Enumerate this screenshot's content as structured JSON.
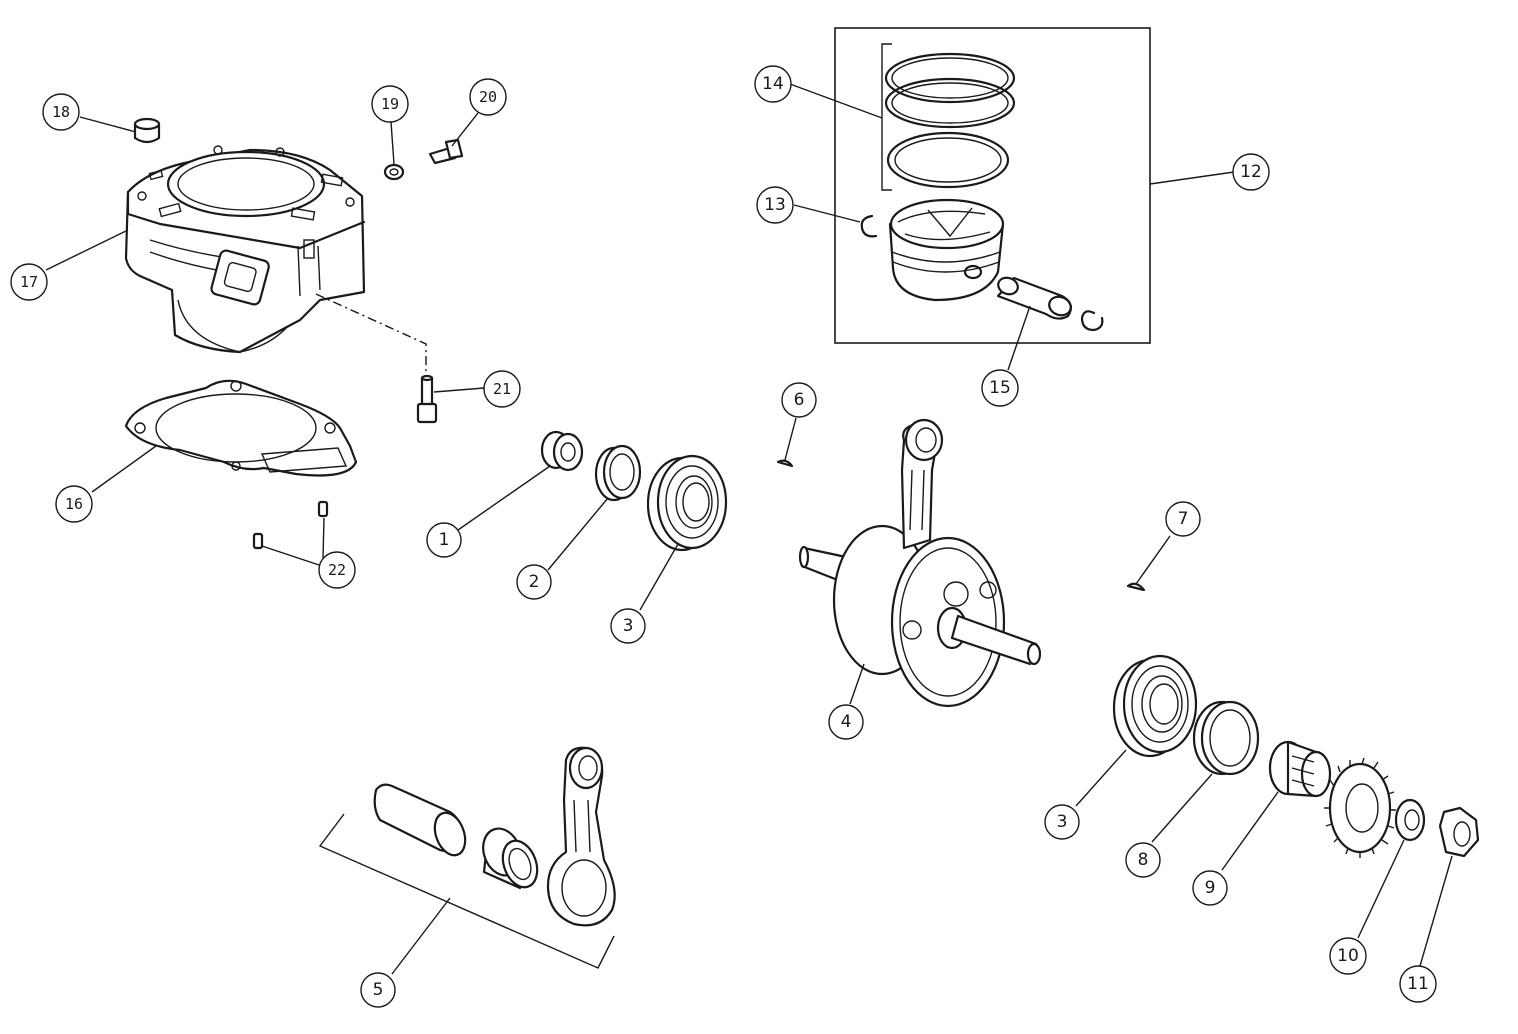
{
  "callouts": {
    "c1": "1",
    "c2": "2",
    "c3a": "3",
    "c3b": "3",
    "c4": "4",
    "c5": "5",
    "c6": "6",
    "c7": "7",
    "c8": "8",
    "c9": "9",
    "c10": "10",
    "c11": "11",
    "c12": "12",
    "c13": "13",
    "c14": "14",
    "c15": "15",
    "c16": "16",
    "c17": "17",
    "c18": "18",
    "c19": "19",
    "c20": "20",
    "c21": "21",
    "c22": "22"
  },
  "colors": {
    "line": "#1a1a1a",
    "background": "#ffffff"
  }
}
